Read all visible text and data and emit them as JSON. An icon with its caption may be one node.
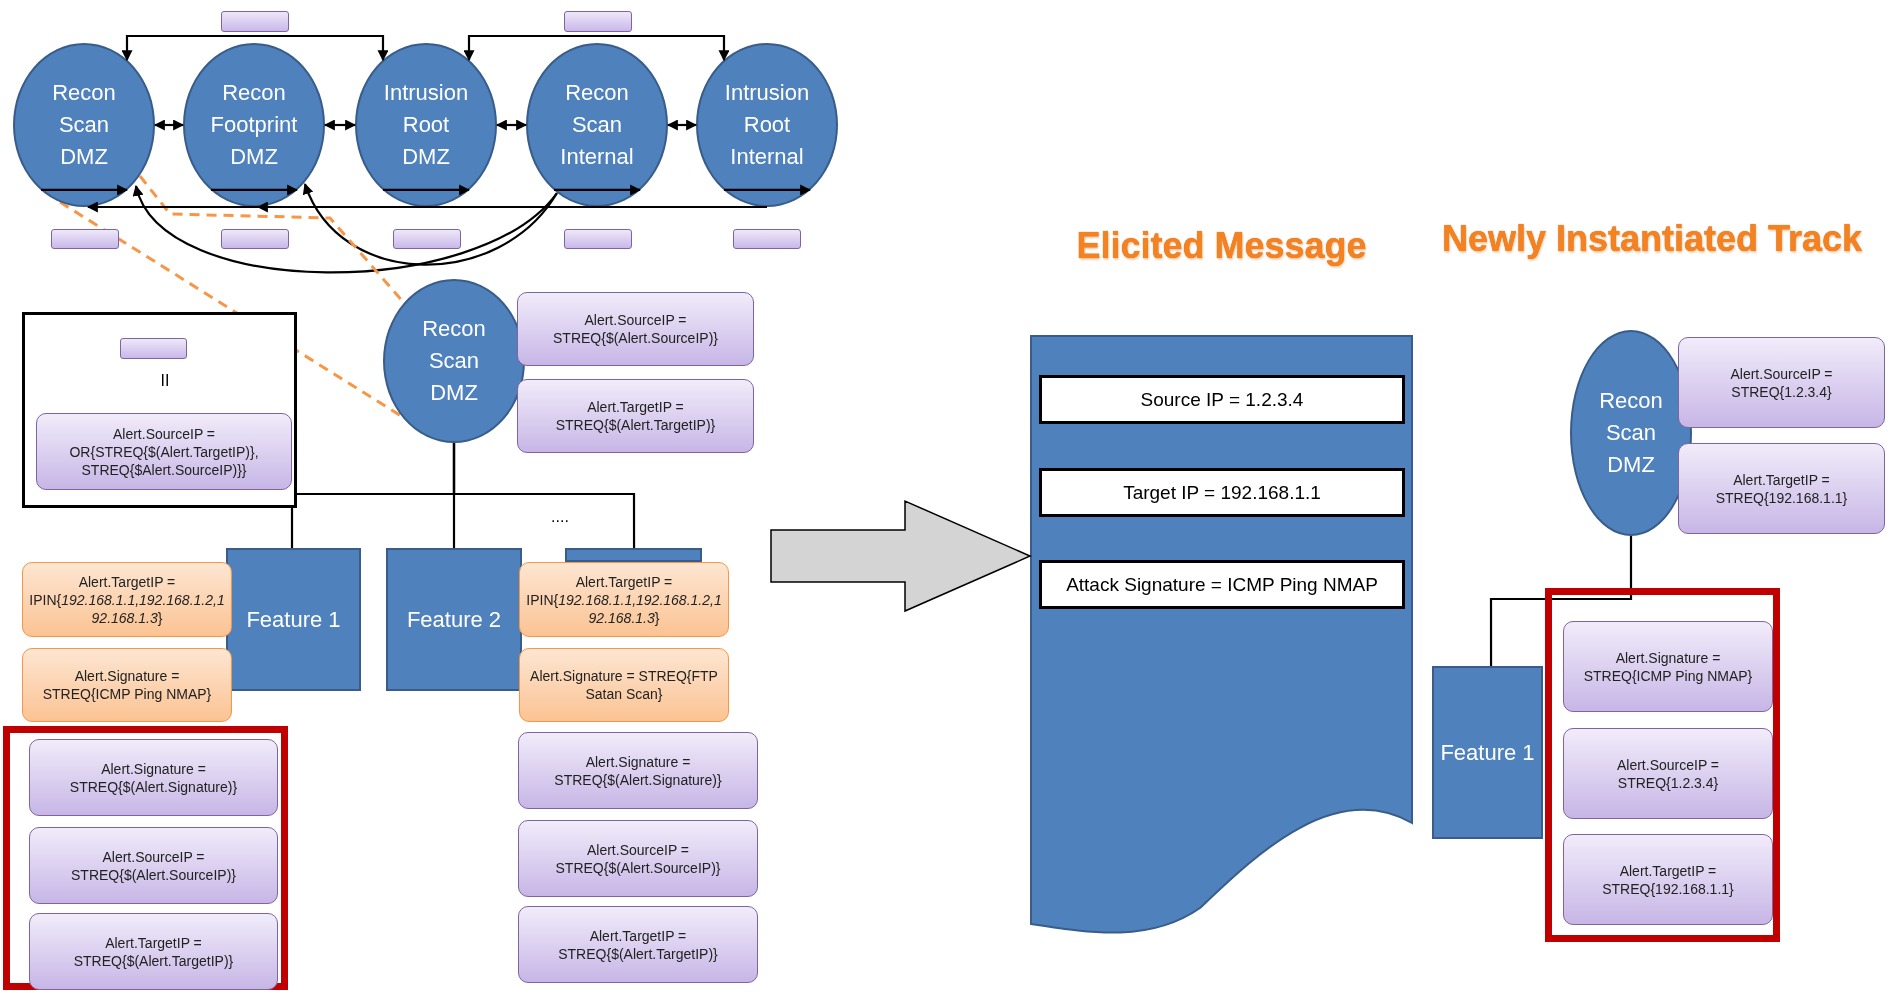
{
  "diagram": {
    "nodes": [
      {
        "text": [],
        "shape": "box"
      },
      {
        "text": [],
        "shape": "box"
      },
      {
        "text": [
          "Recon Scan DMZ"
        ]
      },
      {
        "text": [
          "Recon Footprint DMZ"
        ]
      },
      {
        "text": [
          "Intrusion Root DMZ"
        ]
      },
      {
        "text": [
          "Recon Scan Internal"
        ]
      },
      {
        "text": [
          "Intrusion Root Internal"
        ]
      },
      {
        "text": [],
        "shape": "box"
      },
      {
        "text": [],
        "shape": "box"
      },
      {
        "text": [],
        "shape": "box"
      },
      {
        "text": [],
        "shape": "box"
      },
      {
        "text": [],
        "shape": "box"
      },
      {
        "text": [],
        "shape": "box"
      },
      {
        "text": [],
        "shape": "box",
        "in": 12
      },
      {
        "text": [
          "Alert.SourceIP = OR{STREQ{$(Alert.TargetIP)}, STREQ{$Alert.SourceIP)}}"
        ],
        "in": 12
      },
      {
        "text": [
          "Recon Scan DMZ"
        ]
      },
      {
        "text": [
          "Alert.SourceIP = STREQ{$(Alert.SourceIP)}"
        ]
      },
      {
        "text": [
          "Alert.TargetIP = STREQ{$(Alert.TargetIP)}"
        ]
      },
      {
        "text": [
          "Feature 1"
        ]
      },
      {
        "text": [
          "Feature 2"
        ]
      },
      {
        "text": [],
        "shape": "box"
      },
      {
        "text": [
          "Alert.TargetIP = IPIN{*192.168.1.1,192.168.1.2,192.168.1.3*}"
        ]
      },
      {
        "text": [
          "Alert.Signature = STREQ{ICMP Ping NMAP}"
        ]
      },
      {
        "text": [
          "Alert.TargetIP = IPIN{*192.168.1.1,192.168.1.2,192.168.1.3*}"
        ]
      },
      {
        "text": [
          "Alert.Signature = STREQ{FTP Satan Scan}"
        ]
      },
      {
        "text": [],
        "shape": "box"
      },
      {
        "text": [
          "Alert.Signature = STREQ{$(Alert.Signature)}"
        ],
        "in": 25
      },
      {
        "text": [
          "Alert.SourceIP = STREQ{$(Alert.SourceIP)}"
        ],
        "in": 25
      },
      {
        "text": [
          "Alert.TargetIP = STREQ{$(Alert.TargetIP)}"
        ],
        "in": 25
      },
      {
        "text": [
          "Alert.Signature = STREQ{$(Alert.Signature)}"
        ]
      },
      {
        "text": [
          "Alert.SourceIP = STREQ{$(Alert.SourceIP)}"
        ]
      },
      {
        "text": [
          "Alert.TargetIP = STREQ{$(Alert.TargetIP)}"
        ]
      },
      {
        "text": [
          "Elicited Message"
        ]
      },
      {
        "text": [
          "Source IP = 1.2.3.4"
        ],
        "in": 32
      },
      {
        "text": [
          "Target IP = 192.168.1.1"
        ],
        "in": 32
      },
      {
        "text": [
          "Attack Signature = ICMP Ping NMAP"
        ],
        "in": 32
      },
      {
        "text": [
          "Recon Scan DMZ"
        ]
      },
      {
        "text": [
          "Alert.SourceIP = STREQ{1.2.3.4}"
        ]
      },
      {
        "text": [
          "Alert.TargetIP = STREQ{192.168.1.1}"
        ]
      },
      {
        "text": [
          "Feature 1"
        ]
      },
      {
        "text": [],
        "shape": "box"
      },
      {
        "text": [
          "Alert.Signature = STREQ{ICMP Ping NMAP}"
        ],
        "in": 40
      },
      {
        "text": [
          "Alert.SourceIP = STREQ{1.2.3.4}"
        ],
        "in": 40
      },
      {
        "text": [
          "Alert.TargetIP = STREQ{192.168.1.1}"
        ],
        "in": 40
      }
    ],
    "edges": [
      {
        "from": 2,
        "to": 3,
        "arrow": "both"
      },
      {
        "from": 3,
        "to": 4,
        "arrow": "both"
      },
      {
        "from": 4,
        "to": 5,
        "arrow": "both"
      },
      {
        "from": 5,
        "to": 6,
        "arrow": "both"
      },
      {
        "from": 2,
        "to": 4,
        "arrow": "both"
      },
      {
        "from": 4,
        "to": 6,
        "arrow": "both"
      },
      {
        "from": 2,
        "to": 2,
        "arrow": "to"
      },
      {
        "from": 3,
        "to": 3,
        "arrow": "to"
      },
      {
        "from": 4,
        "to": 4,
        "arrow": "to"
      },
      {
        "from": 5,
        "to": 5,
        "arrow": "to"
      },
      {
        "from": 6,
        "to": 6,
        "arrow": "to"
      },
      {
        "from": 6,
        "to": 2,
        "arrow": "to"
      },
      {
        "from": 6,
        "to": 3,
        "arrow": "to"
      },
      {
        "from": 5,
        "to": 2,
        "arrow": "to"
      },
      {
        "from": 5,
        "to": 3,
        "arrow": "to"
      },
      {
        "from": 2,
        "to": 15,
        "arrow": "none",
        "style": "dashed",
        "color": "#f79646"
      },
      {
        "from": 2,
        "to": 15,
        "arrow": "none",
        "style": "dashed",
        "color": "#f79646"
      },
      {
        "from": 15,
        "to": 18,
        "arrow": "none"
      },
      {
        "from": 15,
        "to": 19,
        "arrow": "none"
      },
      {
        "from": 15,
        "to": 20,
        "arrow": "none"
      },
      {
        "from": null,
        "to": 32,
        "arrow": "to",
        "color": "#d4d4d4"
      },
      {
        "from": 36,
        "to": 39,
        "arrow": "none"
      }
    ],
    "labels": [
      "Newly Instantiated Track",
      "II",
      "...."
    ]
  }
}
